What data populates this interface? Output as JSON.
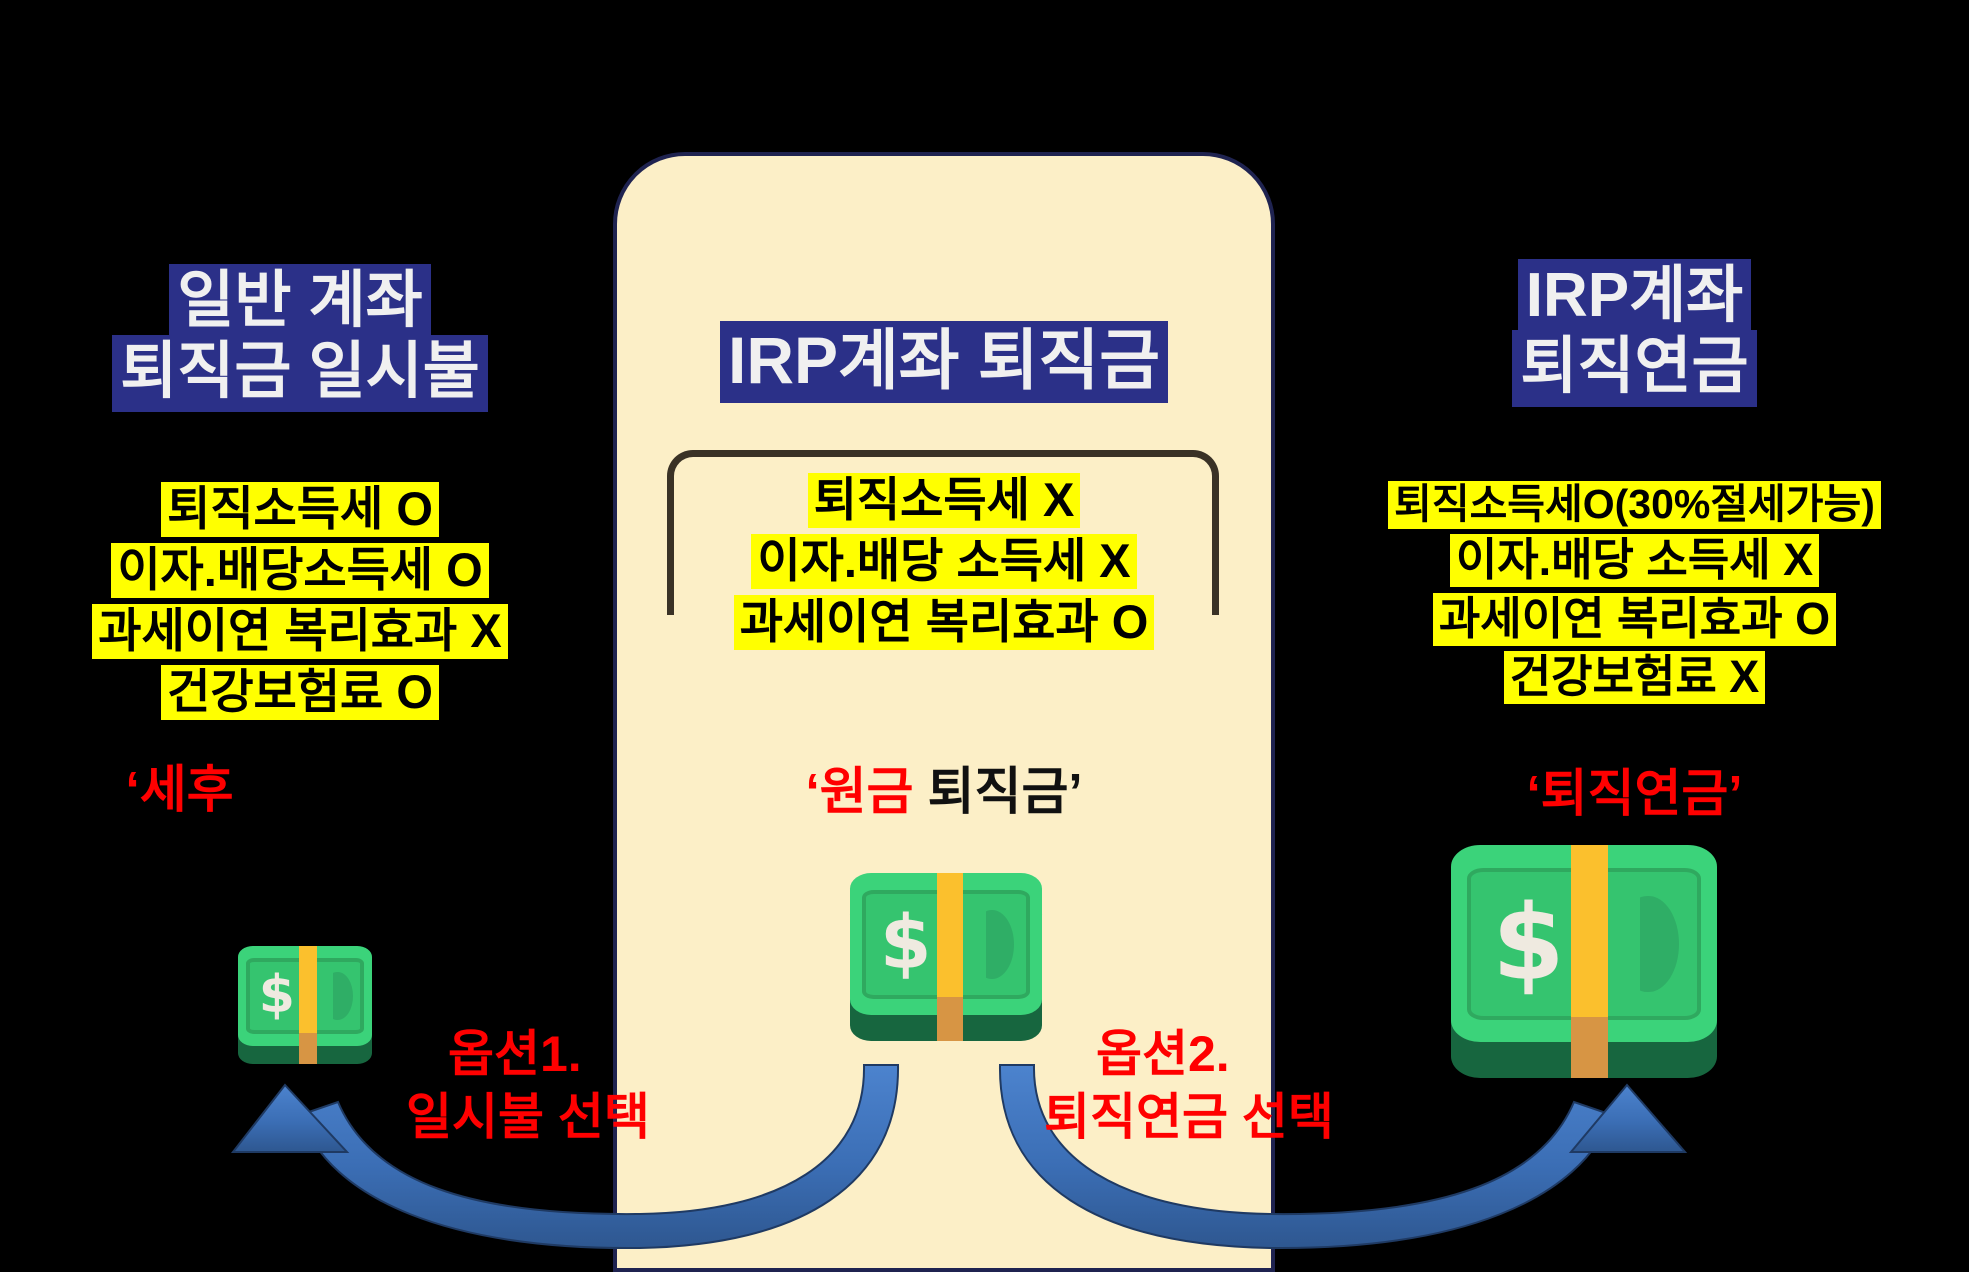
{
  "theme": {
    "background": "#000000",
    "card_bg": "#FCEFC7",
    "card_border": "#1F2350",
    "navy_chip": "#2B3088",
    "highlight_yellow": "#FFFF00",
    "accent_red": "#FF0000",
    "arrow_blue": "#3B6EB5"
  },
  "left_column": {
    "title_line1": "일반 계좌",
    "title_line2": "퇴직금 일시불",
    "facts": [
      "퇴직소득세 O",
      "이자.배당소득세 O",
      "과세이연 복리효과 X",
      "건강보험료 O"
    ],
    "quote_red": "‘세후",
    "quote_black": "                ’",
    "money_icon": "money-banknote-icon"
  },
  "center_card": {
    "title": "IRP계좌 퇴직금",
    "facts": [
      "퇴직소득세 X",
      "이자.배당 소득세 X",
      "과세이연 복리효과 O"
    ],
    "quote_red": "‘원금",
    "quote_black": " 퇴직금’",
    "money_icon": "money-banknote-icon"
  },
  "right_column": {
    "title_line1": "IRP계좌",
    "title_line2": "퇴직연금",
    "facts": [
      "퇴직소득세O(30%절세가능)",
      "이자.배당 소득세 X",
      "과세이연 복리효과 O",
      "건강보험료 X"
    ],
    "quote": "‘퇴직연금’",
    "money_icon": "money-banknote-icon"
  },
  "options": {
    "option1_line1": "옵션1.",
    "option1_line2": "일시불 선택",
    "option2_line1": "옵션2.",
    "option2_line2": "퇴직연금 선택",
    "arrow_left_icon": "curved-arrow-left-icon",
    "arrow_right_icon": "curved-arrow-right-icon"
  }
}
